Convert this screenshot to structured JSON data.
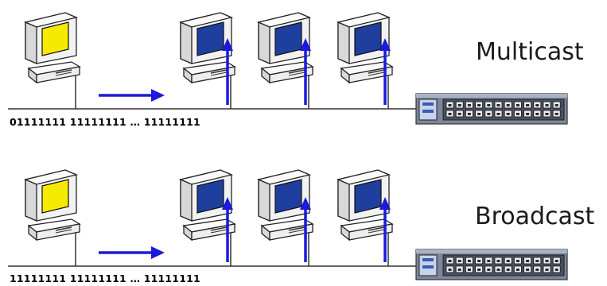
{
  "colors": {
    "sender_screen": "#f5ea00",
    "receiver_screen": "#1e3f9e",
    "arrow": "#1a1adc",
    "cable": "#333333",
    "computer_body": "#f0f0f0",
    "switch_body": "#7e8aa0"
  },
  "panels": [
    {
      "mode_label": "Multicast",
      "bit_pattern": "01111111 11111111 … 11111111",
      "sender": {
        "screen": "yellow"
      },
      "receivers": [
        {
          "screen": "blue"
        },
        {
          "screen": "blue"
        },
        {
          "screen": "blue"
        }
      ],
      "device": "network-switch"
    },
    {
      "mode_label": "Broadcast",
      "bit_pattern": "11111111 11111111 … 11111111",
      "sender": {
        "screen": "yellow"
      },
      "receivers": [
        {
          "screen": "blue"
        },
        {
          "screen": "blue"
        },
        {
          "screen": "blue"
        }
      ],
      "device": "network-switch"
    }
  ]
}
